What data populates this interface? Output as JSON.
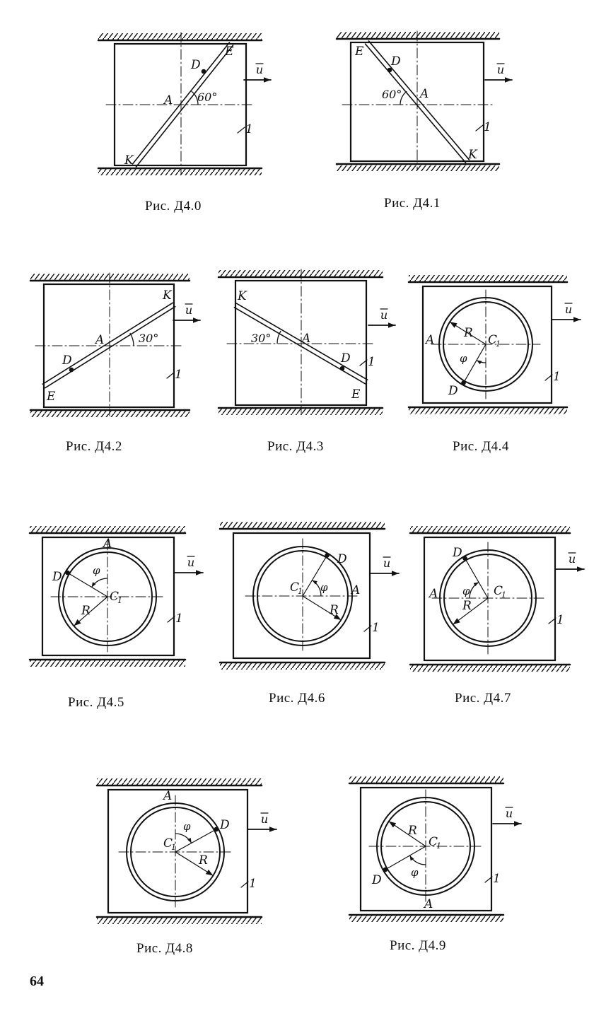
{
  "page_number": "64",
  "labels": {
    "A": "A",
    "D": "D",
    "E": "E",
    "K": "K",
    "R": "R",
    "phi": "φ",
    "C": "C",
    "C_sub": "1",
    "body": "1",
    "u": "u"
  },
  "angles": {
    "sixty": "60°",
    "thirty": "30°"
  },
  "figures": [
    {
      "id": "f0",
      "caption": "Рис. Д4.0",
      "type": "rod",
      "angle_label": "60°"
    },
    {
      "id": "f1",
      "caption": "Рис. Д4.1",
      "type": "rod",
      "angle_label": "60°"
    },
    {
      "id": "f2",
      "caption": "Рис. Д4.2",
      "type": "rod",
      "angle_label": "30°"
    },
    {
      "id": "f3",
      "caption": "Рис. Д4.3",
      "type": "rod",
      "angle_label": "30°"
    },
    {
      "id": "f4",
      "caption": "Рис. Д4.4",
      "type": "circle"
    },
    {
      "id": "f5",
      "caption": "Рис. Д4.5",
      "type": "circle"
    },
    {
      "id": "f6",
      "caption": "Рис. Д4.6",
      "type": "circle"
    },
    {
      "id": "f7",
      "caption": "Рис. Д4.7",
      "type": "circle"
    },
    {
      "id": "f8",
      "caption": "Рис. Д4.8",
      "type": "circle"
    },
    {
      "id": "f9",
      "caption": "Рис. Д4.9",
      "type": "circle"
    }
  ]
}
